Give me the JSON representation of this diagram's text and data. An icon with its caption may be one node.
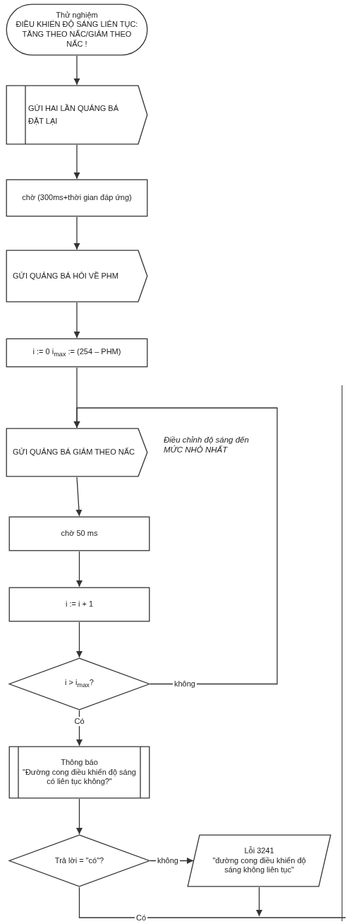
{
  "diagram": {
    "nodes": [
      {
        "text": [
          "Thử nghiệm",
          "ĐIỀU KHIỂN ĐỘ SÁNG LIÊN TỤC: TĂNG THEO NẤC/GIẢM THEO NẤC !"
        ]
      },
      {
        "text": [
          "GỬI HAI LẦN QUẢNG BÁ ĐẶT LẠI"
        ]
      },
      {
        "text": [
          "chờ (300ms+thời gian đáp ứng)"
        ]
      },
      {
        "text": [
          "GỬI QUẢNG BÁ HỎI VỀ PHM"
        ]
      },
      {
        "text": [
          "i := 0 i$_{max}$ := (254 – PHM)"
        ]
      },
      {
        "text": [
          "GỬI QUẢNG BÁ GIẢM THEO NẤC"
        ]
      },
      {
        "text": [
          "chờ 50 ms"
        ]
      },
      {
        "text": [
          "i := i + 1"
        ]
      },
      {
        "text": [
          "i > i$_{max}$?"
        ]
      },
      {
        "text": [
          "Thông báo",
          "\"Đường cong điều khiển độ sáng có liên tục không?\""
        ]
      },
      {
        "text": [
          "Trả lời = \"có\"?"
        ]
      },
      {
        "text": [
          "Lỗi 3241",
          "\"đường cong điều khiển độ sáng không liên tục\""
        ]
      }
    ],
    "edges": [
      {
        "from": 0,
        "to": 1,
        "arrow": "to"
      },
      {
        "from": 1,
        "to": 2,
        "arrow": "to"
      },
      {
        "from": 2,
        "to": 3,
        "arrow": "to"
      },
      {
        "from": 3,
        "to": 4,
        "arrow": "to"
      },
      {
        "from": 4,
        "to": 5,
        "arrow": "to"
      },
      {
        "from": 5,
        "to": 6,
        "arrow": "to"
      },
      {
        "from": 6,
        "to": 7,
        "arrow": "to"
      },
      {
        "from": 7,
        "to": 8,
        "arrow": "to"
      },
      {
        "from": 8,
        "to": 5,
        "arrow": "to",
        "label": "không"
      },
      {
        "from": 8,
        "to": 9,
        "arrow": "to",
        "label": "Có"
      },
      {
        "from": 9,
        "to": 10,
        "arrow": "to"
      },
      {
        "from": 10,
        "to": 11,
        "arrow": "to",
        "label": "không"
      },
      {
        "from": 10,
        "to": null,
        "arrow": "none",
        "label": "Có"
      },
      {
        "from": 11,
        "to": null,
        "arrow": "to"
      }
    ],
    "labels": [
      "Điều chỉnh độ sáng đến MỨC NHỎ NHẤT"
    ]
  }
}
